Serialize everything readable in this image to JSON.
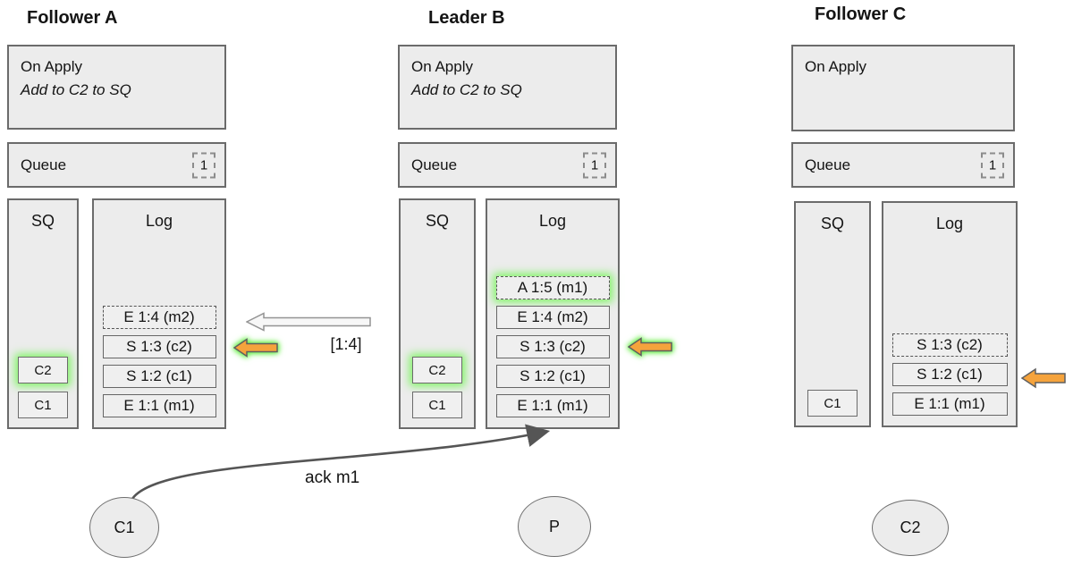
{
  "colors": {
    "box_fill": "#ececec",
    "box_border": "#6b6b6b",
    "accent_orange": "#F5A33C",
    "glow_green": "#7BF75E",
    "arrow_dark_gray": "#555555"
  },
  "nodes": [
    {
      "title": "Follower A",
      "on_apply_line1": "On Apply",
      "on_apply_line2": "Add to C2 to SQ",
      "queue_label": "Queue",
      "queue_count": "1",
      "sq_label": "SQ",
      "sq_items": [
        {
          "label": "C2"
        },
        {
          "label": "C1"
        }
      ],
      "log_label": "Log",
      "log_entries": [
        {
          "text": "E 1:4 (m2)"
        },
        {
          "text": "S 1:3 (c2)"
        },
        {
          "text": "S 1:2 (c1)"
        },
        {
          "text": "E 1:1 (m1)"
        }
      ]
    },
    {
      "title": "Leader B",
      "on_apply_line1": "On Apply",
      "on_apply_line2": "Add to C2 to SQ",
      "queue_label": "Queue",
      "queue_count": "1",
      "sq_label": "SQ",
      "sq_items": [
        {
          "label": "C2"
        },
        {
          "label": "C1"
        }
      ],
      "log_label": "Log",
      "log_entries": [
        {
          "text": "A 1:5 (m1)"
        },
        {
          "text": "E 1:4 (m2)"
        },
        {
          "text": "S 1:3 (c2)"
        },
        {
          "text": "S 1:2 (c1)"
        },
        {
          "text": "E 1:1 (m1)"
        }
      ]
    },
    {
      "title": "Follower C",
      "on_apply_line1": "On Apply",
      "queue_label": "Queue",
      "queue_count": "1",
      "sq_label": "SQ",
      "sq_items": [
        {
          "label": "C1"
        }
      ],
      "log_label": "Log",
      "log_entries": [
        {
          "text": "S 1:3 (c2)"
        },
        {
          "text": "S 1:2 (c1)"
        },
        {
          "text": "E 1:1 (m1)"
        }
      ]
    }
  ],
  "labels": {
    "replicate_range": "[1:4]",
    "ack": "ack m1"
  },
  "actors": [
    {
      "label": "C1"
    },
    {
      "label": "P"
    },
    {
      "label": "C2"
    }
  ]
}
